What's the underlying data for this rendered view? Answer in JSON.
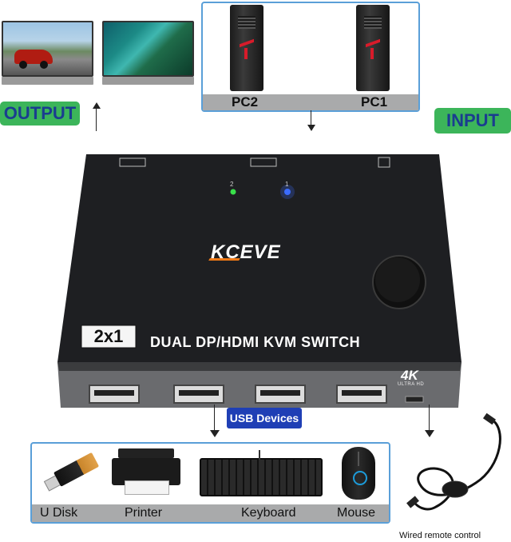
{
  "labels": {
    "output": "OUTPUT",
    "input": "INPUT",
    "pc2": "PC2",
    "pc1": "PC1",
    "usb_devices": "USB Devices",
    "wired_remote": "Wired remote control"
  },
  "device": {
    "brand": "KCEVE",
    "badge": "2x1",
    "title": "DUAL DP/HDMI KVM SWITCH",
    "led_2": "2",
    "led_1": "1",
    "badge_4k": "4K",
    "ultra_hd": "ULTRA HD"
  },
  "usb_items": [
    "U Disk",
    "Printer",
    "Keyboard",
    "Mouse"
  ],
  "colors": {
    "green_tag": "#3cb55a",
    "tag_text": "#1a3d8f",
    "box_border": "#5a9fd8",
    "usb_tag_bg": "#1f3fb5",
    "led_green": "#39e04a",
    "led_blue": "#3b6cff"
  }
}
